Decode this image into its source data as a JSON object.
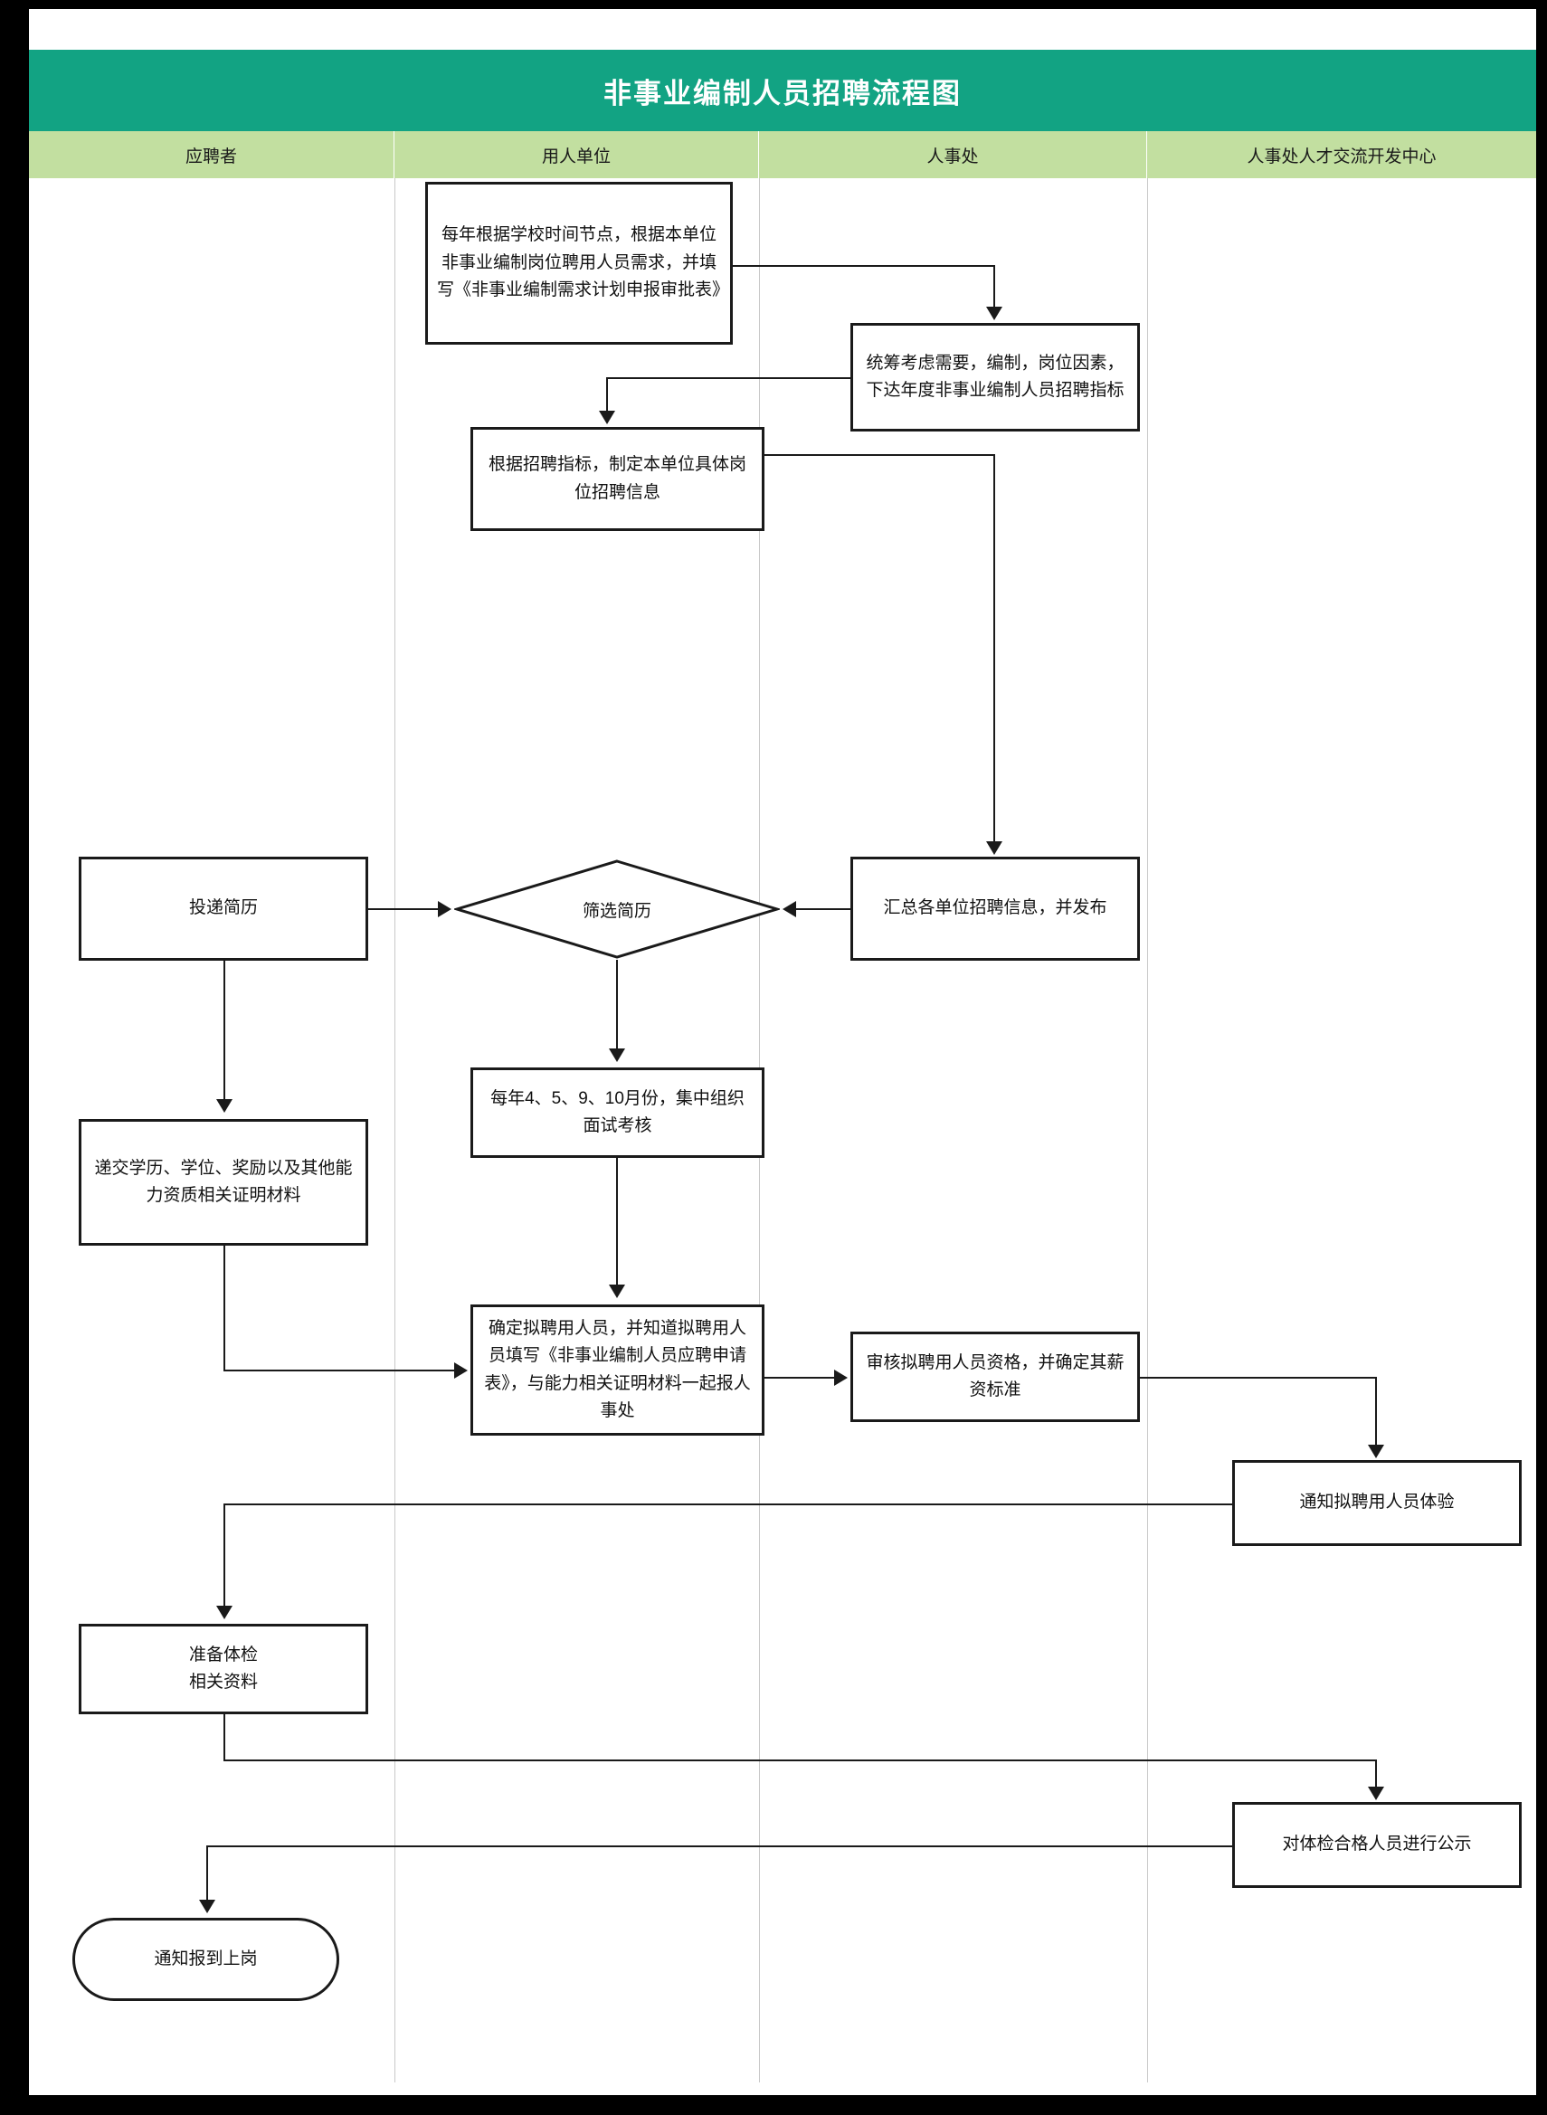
{
  "chart_data": {
    "type": "diagram",
    "title": "非事业编制人员招聘流程图",
    "diagram_kind": "swimlane-flowchart",
    "lanes": [
      "应聘者",
      "用人单位",
      "人事处",
      "人事处人才交流开发中心"
    ],
    "nodes": [
      {
        "id": "n1",
        "lane": "用人单位",
        "shape": "process",
        "text": "每年根据学校时间节点，根据本单位非事业编制岗位聘用人员需求，并填写《非事业编制需求计划申报审批表》"
      },
      {
        "id": "n2",
        "lane": "人事处",
        "shape": "process",
        "text": "统筹考虑需要，编制，岗位因素，下达年度非事业编制人员招聘指标"
      },
      {
        "id": "n3",
        "lane": "用人单位",
        "shape": "process",
        "text": "根据招聘指标，制定本单位具体岗位招聘信息"
      },
      {
        "id": "n4",
        "lane": "人事处",
        "shape": "process",
        "text": "汇总各单位招聘信息，并发布"
      },
      {
        "id": "n5",
        "lane": "应聘者",
        "shape": "process",
        "text": "投递简历"
      },
      {
        "id": "n6",
        "lane": "用人单位",
        "shape": "decision",
        "text": "筛选简历"
      },
      {
        "id": "n7",
        "lane": "用人单位",
        "shape": "process",
        "text": "每年4、5、9、10月份，集中组织面试考核"
      },
      {
        "id": "n8",
        "lane": "应聘者",
        "shape": "process",
        "text": "递交学历、学位、奖励以及其他能力资质相关证明材料"
      },
      {
        "id": "n9",
        "lane": "用人单位",
        "shape": "process",
        "text": "确定拟聘用人员，并知道拟聘用人员填写《非事业编制人员应聘申请表》，与能力相关证明材料一起报人事处"
      },
      {
        "id": "n10",
        "lane": "人事处",
        "shape": "process",
        "text": "审核拟聘用人员资格，并确定其薪资标准"
      },
      {
        "id": "n11",
        "lane": "人事处人才交流开发中心",
        "shape": "process",
        "text": "通知拟聘用人员体验"
      },
      {
        "id": "n12",
        "lane": "应聘者",
        "shape": "process",
        "text": "准备体检\n相关资料"
      },
      {
        "id": "n13",
        "lane": "人事处人才交流开发中心",
        "shape": "process",
        "text": "对体检合格人员进行公示"
      },
      {
        "id": "n14",
        "lane": "应聘者",
        "shape": "terminator",
        "text": "通知报到上岗"
      }
    ],
    "edges": [
      {
        "from": "n1",
        "to": "n2"
      },
      {
        "from": "n2",
        "to": "n3"
      },
      {
        "from": "n3",
        "to": "n4"
      },
      {
        "from": "n5",
        "to": "n6"
      },
      {
        "from": "n4",
        "to": "n6"
      },
      {
        "from": "n6",
        "to": "n7"
      },
      {
        "from": "n5",
        "to": "n8"
      },
      {
        "from": "n7",
        "to": "n9"
      },
      {
        "from": "n8",
        "to": "n9"
      },
      {
        "from": "n9",
        "to": "n10"
      },
      {
        "from": "n10",
        "to": "n11"
      },
      {
        "from": "n11",
        "to": "n12"
      },
      {
        "from": "n12",
        "to": "n13"
      },
      {
        "from": "n13",
        "to": "n14"
      }
    ],
    "colors": {
      "title_band": "#12a383",
      "lane_header": "#c2dfa0",
      "node_border": "#1a1a1a",
      "node_fill": "#ffffff",
      "lane_separator": "#c9c9c9",
      "frame": "#000000"
    }
  },
  "nodes_text": {
    "n1": "每年根据学校时间节点，根据本单位非事业编制岗位聘用人员需求，并填写《非事业编制需求计划申报审批表》",
    "n2": "统筹考虑需要，编制，岗位因素，下达年度非事业编制人员招聘指标",
    "n3": "根据招聘指标，制定本单位具体岗位招聘信息",
    "n4": "汇总各单位招聘信息，并发布",
    "n5": "投递简历",
    "n6": "筛选简历",
    "n7": "每年4、5、9、10月份，集中组织面试考核",
    "n8": "递交学历、学位、奖励以及其他能力资质相关证明材料",
    "n9": "确定拟聘用人员，并知道拟聘用人员填写《非事业编制人员应聘申请表》，与能力相关证明材料一起报人事处",
    "n10": "审核拟聘用人员资格，并确定其薪资标准",
    "n11": "通知拟聘用人员体验",
    "n12_line1": "准备体检",
    "n12_line2": "相关资料",
    "n13": "对体检合格人员进行公示",
    "n14": "通知报到上岗"
  },
  "header": {
    "title": "非事业编制人员招聘流程图"
  },
  "lanes": {
    "l1": "应聘者",
    "l2": "用人单位",
    "l3": "人事处",
    "l4": "人事处人才交流开发中心"
  }
}
